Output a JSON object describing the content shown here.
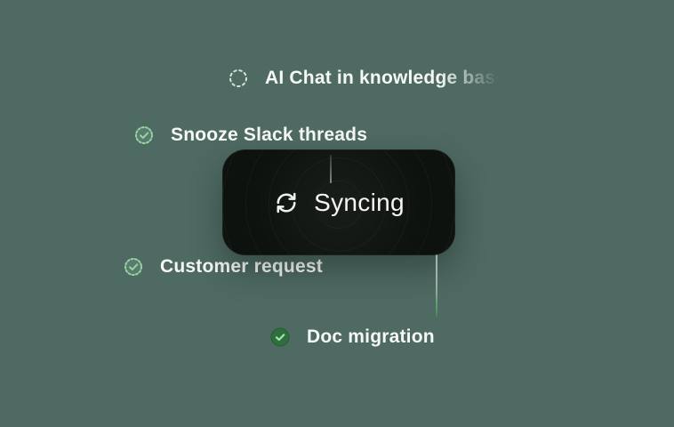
{
  "canvas": {
    "background_color": "#4e6a63"
  },
  "card": {
    "label": "Syncing",
    "background_color": "#0d120e",
    "text_color": "#f3f6f2",
    "icon": "sync-icon"
  },
  "tasks": [
    {
      "label": "AI Chat in knowledge base",
      "state": "pending",
      "icon": "dashed-circle-icon",
      "icon_color": "#d5e3d7"
    },
    {
      "label": "Snooze Slack threads",
      "state": "done",
      "icon": "check-circle-icon",
      "icon_color": "#97d3a3"
    },
    {
      "label": "Customer request",
      "state": "done",
      "icon": "check-circle-icon",
      "icon_color": "#97d3a3"
    },
    {
      "label": "Doc migration",
      "state": "done-filled",
      "icon": "check-circle-filled-icon",
      "icon_color": "#2e6f3e"
    }
  ],
  "connectors": {
    "top_line_color": "rgba(222,232,226,0.55)",
    "bottom_line_end_color": "#3d8d4e"
  },
  "text_color": "#f6f8f5"
}
